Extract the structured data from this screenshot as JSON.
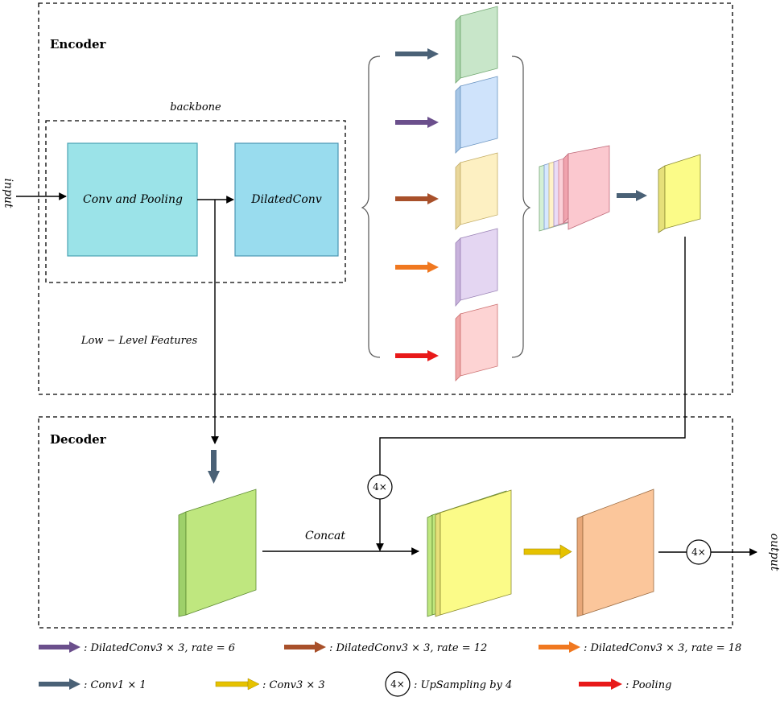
{
  "encoder": {
    "title": "Encoder",
    "backbone_label": "backbone"
  },
  "decoder": {
    "title": "Decoder"
  },
  "blocks": {
    "conv_pooling": "Conv and Pooling",
    "dilated_conv": "DilatedConv"
  },
  "labels": {
    "input": "input",
    "output": "output",
    "low_level": "Low − Level Features",
    "concat": "Concat",
    "upsample_badge": "4×"
  },
  "colors": {
    "slate": "#4a6176",
    "purple": "#6b4f8c",
    "brown": "#a8502a",
    "orange": "#f07820",
    "red": "#e81919",
    "yellow_arrow": "#e6c200",
    "block_fill": "#9be3e8"
  },
  "legend": {
    "row1": [
      {
        "color": "#6b4f8c",
        "text": ": DilatedConv3 × 3, rate = 6"
      },
      {
        "color": "#a8502a",
        "text": ": DilatedConv3 × 3, rate = 12"
      },
      {
        "color": "#f07820",
        "text": ": DilatedConv3 × 3, rate = 18"
      }
    ],
    "row2": [
      {
        "symbol": "slate-arrow",
        "text": ": Conv1 × 1"
      },
      {
        "symbol": "yellow-arrow",
        "text": ": Conv3 × 3"
      },
      {
        "symbol": "circle",
        "badge": "4×",
        "text": ": UpSampling by 4"
      },
      {
        "symbol": "red-arrow",
        "text": ": Pooling"
      }
    ]
  }
}
